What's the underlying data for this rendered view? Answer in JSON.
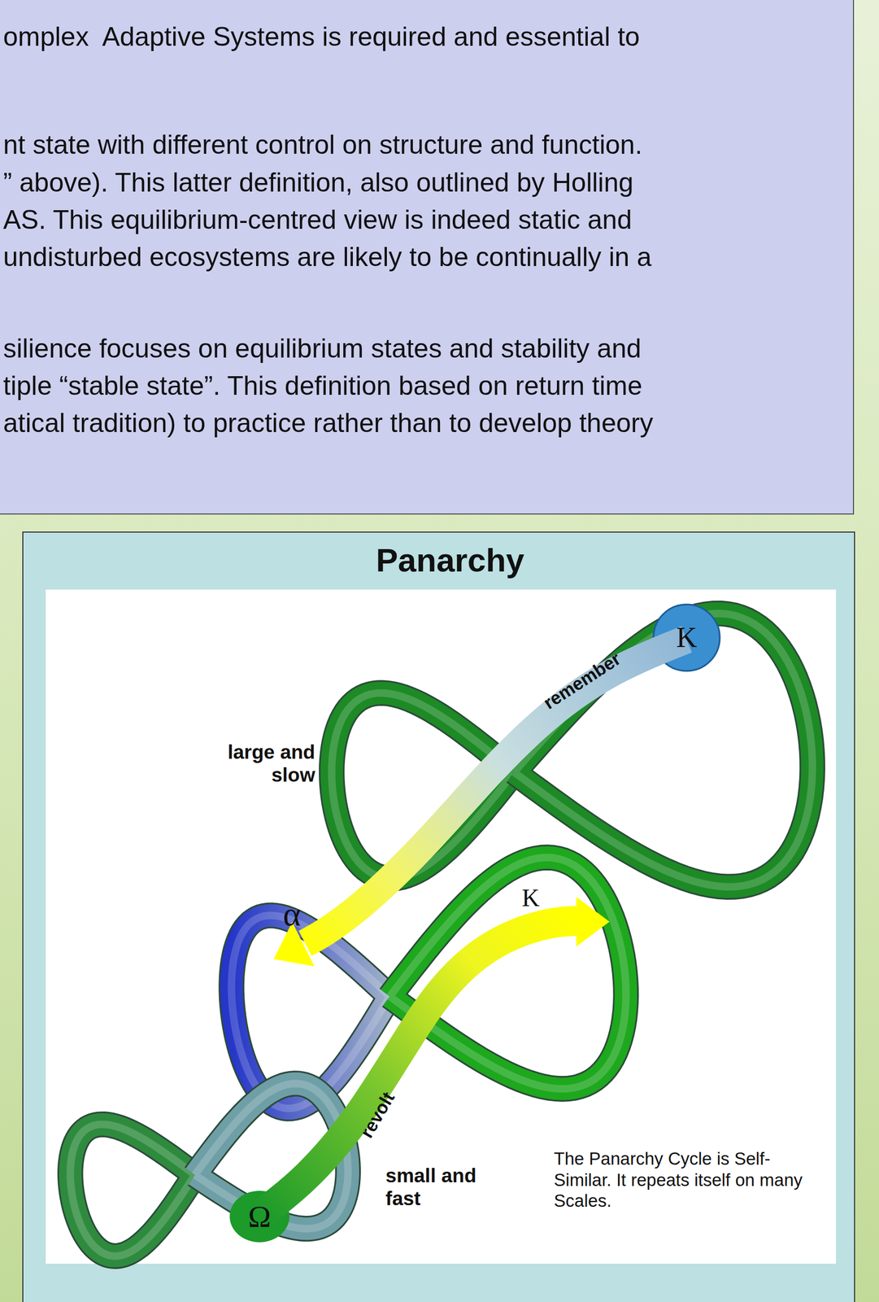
{
  "diagram": {
    "title": "Panarchy",
    "caption": "The Panarchy Cycle is Self-Similar. It repeats itself on many Scales.",
    "labels": [
      "omplex  Adaptive Systems is required and essential to",
      "nt state with different control on structure and function.",
      "” above). This latter definition, also outlined by Holling",
      "AS. This equilibrium-centred view is indeed static and",
      "undisturbed ecosystems are likely to be continually in a",
      "silience focuses on equilibrium states and stability and",
      "tiple “stable state”. This definition based on return time",
      "atical tradition) to practice rather than to develop theory",
      "large and slow",
      "remember",
      "K",
      "α",
      "K",
      "revolt",
      "small and fast",
      "Ω"
    ]
  }
}
